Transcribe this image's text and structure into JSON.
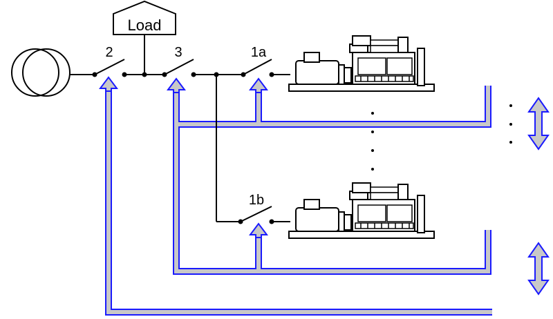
{
  "load_label": "Load",
  "switches": {
    "s2": "2",
    "s3": "3",
    "s1a": "1a",
    "s1b": "1b"
  },
  "colors": {
    "wire": "#000000",
    "bus_fill": "#c8c8c8",
    "bus_outline": "#1a1aff",
    "machine": "#000000"
  },
  "icons": {
    "transformer": "transformer-icon",
    "generator": "generator-set-icon",
    "double_arrow": "double-arrow-icon",
    "continuation": "ellipsis-dots"
  }
}
